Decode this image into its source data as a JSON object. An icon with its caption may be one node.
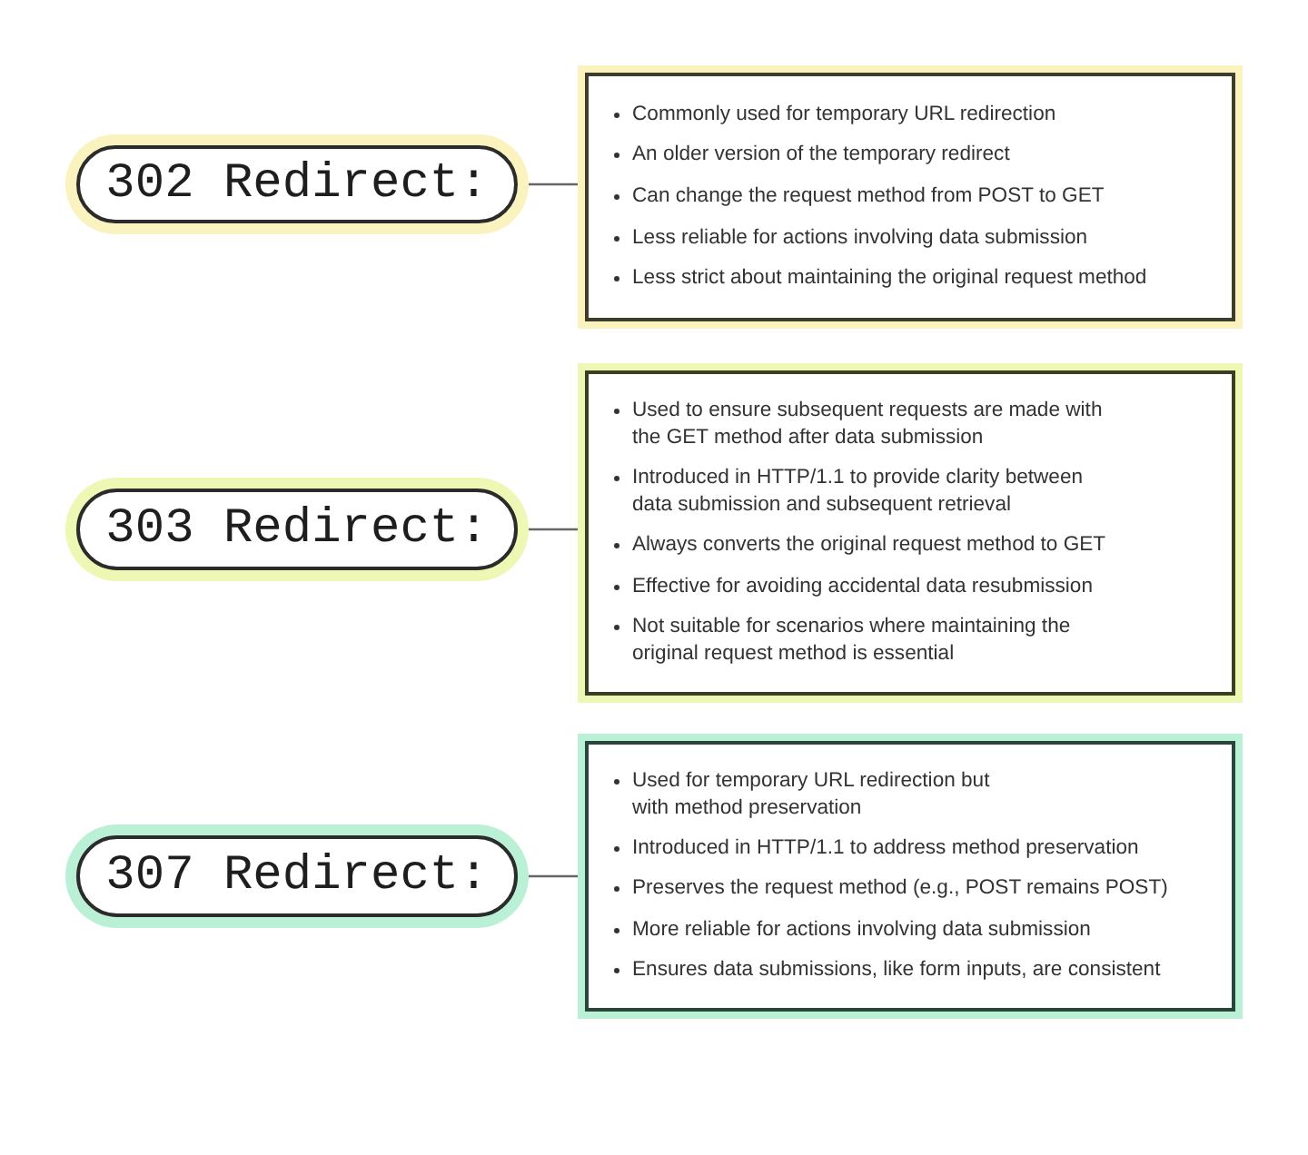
{
  "diagram": {
    "nodes": [
      {
        "text": [
          "302 Redirect:"
        ]
      },
      {
        "text": [
          "Commonly used for temporary URL redirection",
          "An older version of the temporary redirect",
          "Can change the request method from POST to GET",
          "Less reliable for actions involving data submission",
          "Less strict about maintaining the original request method"
        ]
      },
      {
        "text": [
          "303 Redirect:"
        ]
      },
      {
        "text": [
          "Used to ensure subsequent requests are made with the GET method after data submission",
          "Introduced in HTTP/1.1 to provide clarity between data submission and subsequent retrieval",
          "Always converts the original request method to GET",
          "Effective for avoiding accidental data resubmission",
          "Not suitable for scenarios where maintaining the original request method is essential"
        ]
      },
      {
        "text": [
          "307 Redirect:"
        ]
      },
      {
        "text": [
          "Used for temporary URL redirection but with method preservation",
          "Introduced in HTTP/1.1 to address method preservation",
          "Preserves the request method (e.g., POST remains POST)",
          "More reliable for actions involving data submission",
          "Ensures data submissions, like form inputs, are consistent"
        ]
      }
    ],
    "edges": [
      {
        "from": 0,
        "to": 1,
        "arrow": "none"
      },
      {
        "from": 2,
        "to": 3,
        "arrow": "none"
      },
      {
        "from": 4,
        "to": 5,
        "arrow": "none"
      }
    ]
  }
}
